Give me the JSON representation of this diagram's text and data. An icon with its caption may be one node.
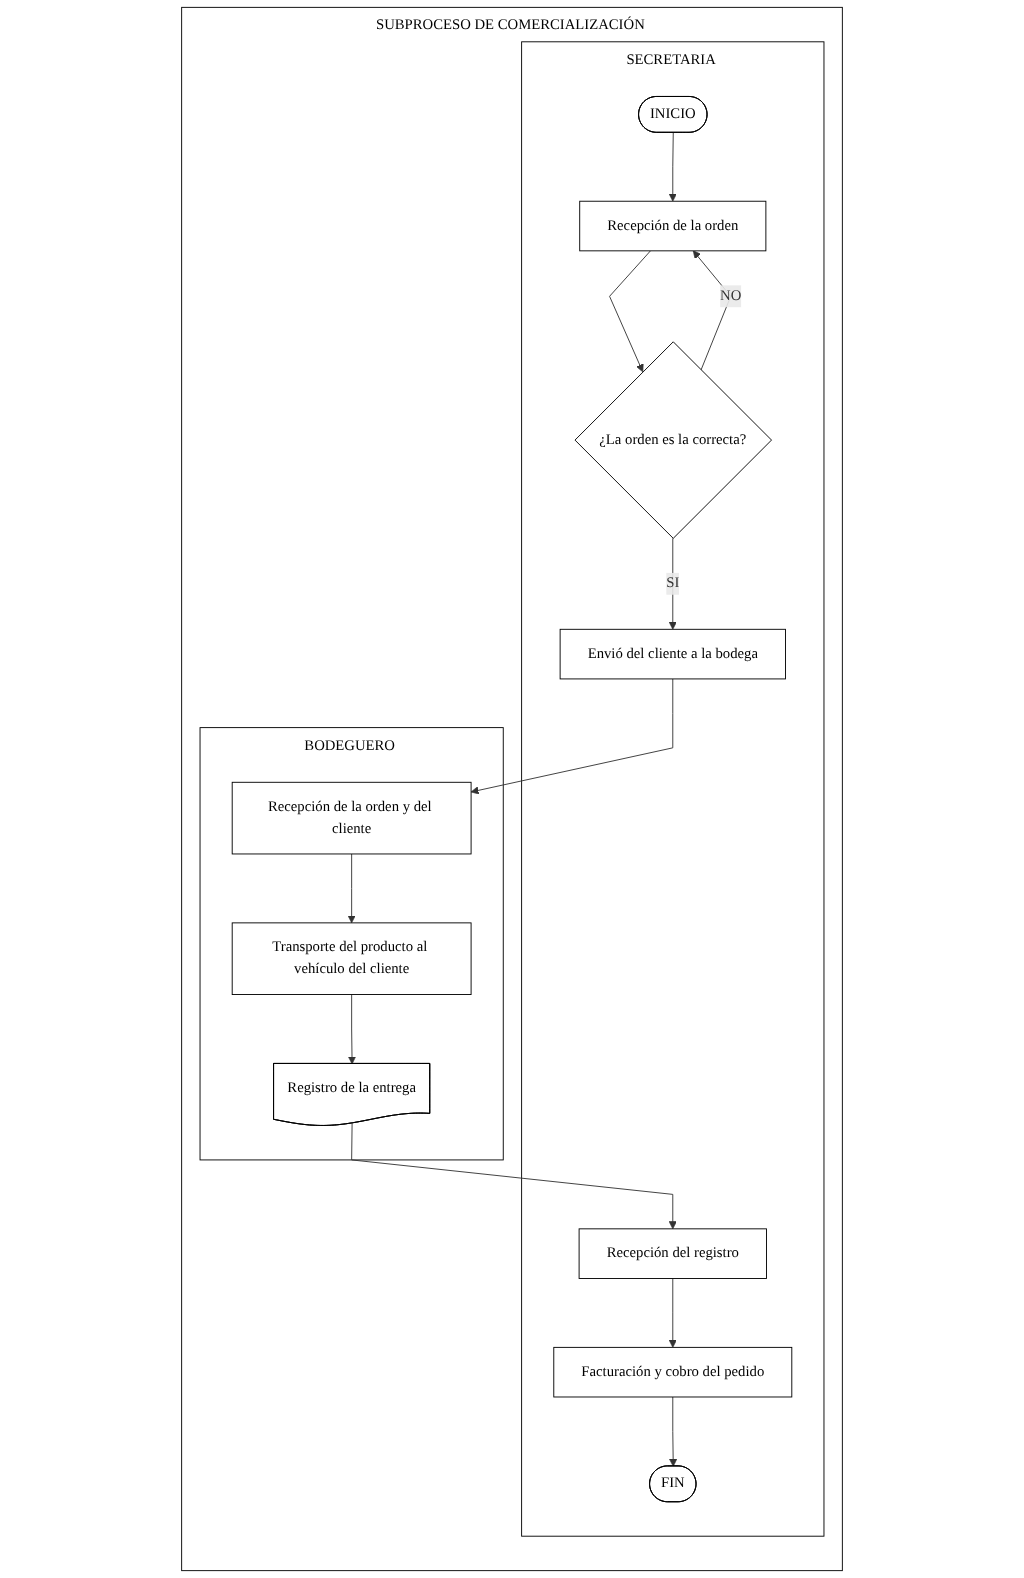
{
  "diagram": {
    "nodes": [
      {
        "text": [
          "SUBPROCESO DE COMERCIALIZACIÓN"
        ]
      },
      {
        "text": [
          "SECRETARIA"
        ],
        "in": 0
      },
      {
        "text": [
          "BODEGUERO"
        ],
        "in": 0
      },
      {
        "text": [
          "INICIO"
        ],
        "in": 1
      },
      {
        "text": [
          "Recepción de la orden"
        ],
        "in": 1
      },
      {
        "text": [
          "¿La orden es la correcta?"
        ],
        "in": 1
      },
      {
        "text": [
          "Envió del cliente a la bodega"
        ],
        "in": 1
      },
      {
        "text": [
          "Recepción de la orden y del cliente"
        ],
        "in": 2
      },
      {
        "text": [
          "Transporte del producto al vehículo del cliente"
        ],
        "in": 2
      },
      {
        "text": [
          "Registro de la entrega"
        ],
        "in": 2
      },
      {
        "text": [
          "Recepción del registro"
        ],
        "in": 1
      },
      {
        "text": [
          "Facturación y cobro del pedido"
        ],
        "in": 1
      },
      {
        "text": [
          "FIN"
        ],
        "in": 1
      }
    ],
    "edges": [
      {
        "from": 3,
        "to": 4,
        "arrow": "to"
      },
      {
        "from": 4,
        "to": 5,
        "arrow": "to"
      },
      {
        "from": 5,
        "to": 4,
        "arrow": "to",
        "label": "NO"
      },
      {
        "from": 5,
        "to": 6,
        "arrow": "to",
        "label": "SI"
      },
      {
        "from": 6,
        "to": 7,
        "arrow": "to"
      },
      {
        "from": 7,
        "to": 8,
        "arrow": "to"
      },
      {
        "from": 8,
        "to": 9,
        "arrow": "to"
      },
      {
        "from": 9,
        "to": 10,
        "arrow": "to"
      },
      {
        "from": 10,
        "to": 11,
        "arrow": "to"
      },
      {
        "from": 11,
        "to": 12,
        "arrow": "to"
      }
    ]
  }
}
